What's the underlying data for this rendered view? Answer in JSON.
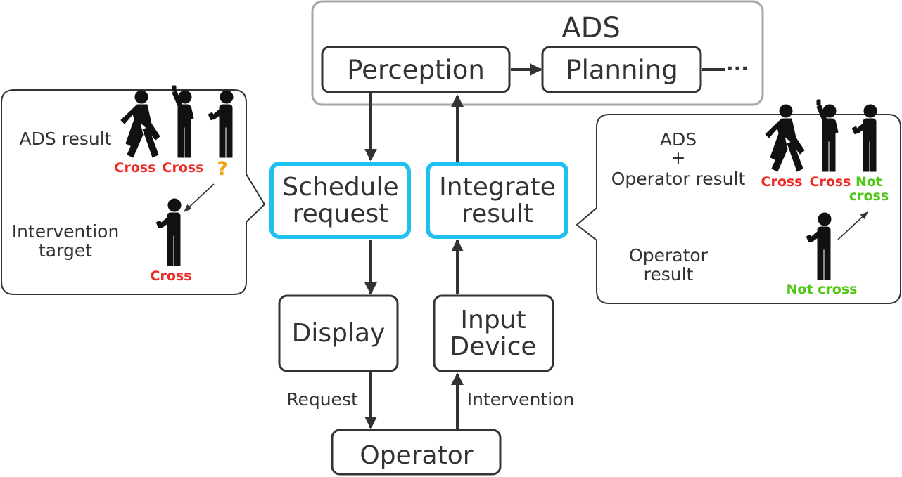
{
  "ads": {
    "title": "ADS",
    "perception": "Perception",
    "planning": "Planning",
    "ellipsis": "···"
  },
  "schedule": {
    "line1": "Schedule",
    "line2": "request"
  },
  "integrate": {
    "line1": "Integrate",
    "line2": "result"
  },
  "display": "Display",
  "input_device": {
    "line1": "Input",
    "line2": "Device"
  },
  "operator": "Operator",
  "request_label": "Request",
  "intervention_label": "Intervention",
  "left_bubble": {
    "ads_result": "ADS result",
    "cross1": "Cross",
    "cross2": "Cross",
    "question": "?",
    "intervention_target": {
      "line1": "Intervention",
      "line2": "target"
    },
    "target_cross": "Cross"
  },
  "right_bubble": {
    "ads": "ADS",
    "plus": "+",
    "operator_result": "Operator result",
    "cross1": "Cross",
    "cross2": "Cross",
    "not_cross": {
      "line1": "Not",
      "line2": "cross"
    },
    "operator_only": {
      "line1": "Operator",
      "line2": "result"
    },
    "op_not_cross": "Not cross"
  },
  "colors": {
    "highlight": "#1ec0ee",
    "cross": "#ee2a24",
    "not_cross": "#4ec814",
    "question": "#f0a30a",
    "ads_border": "#a6a6a6"
  }
}
